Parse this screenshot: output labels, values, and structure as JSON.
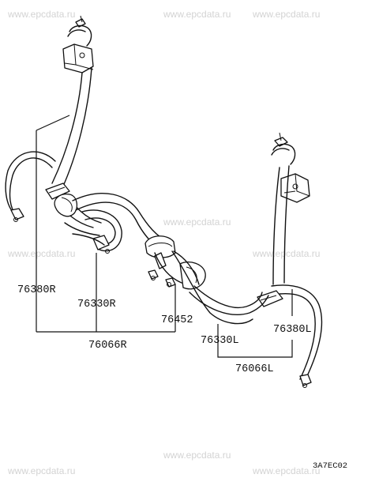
{
  "watermarks": [
    "www.epcdata.ru",
    "www.epcdata.ru",
    "www.epcdata.ru",
    "www.epcdata.ru",
    "www.epcdata.ru",
    "www.epcdata.ru",
    "www.epcdata.ru",
    "www.epcdata.ru",
    "www.epcdata.ru"
  ],
  "part_labels": {
    "p76380r": "76380R",
    "p76330r": "76330R",
    "p76066r": "76066R",
    "p76452": "76452",
    "p76330l": "76330L",
    "p76380l": "76380L",
    "p76066l": "76066L"
  },
  "diagram_code": "3A7EC02"
}
